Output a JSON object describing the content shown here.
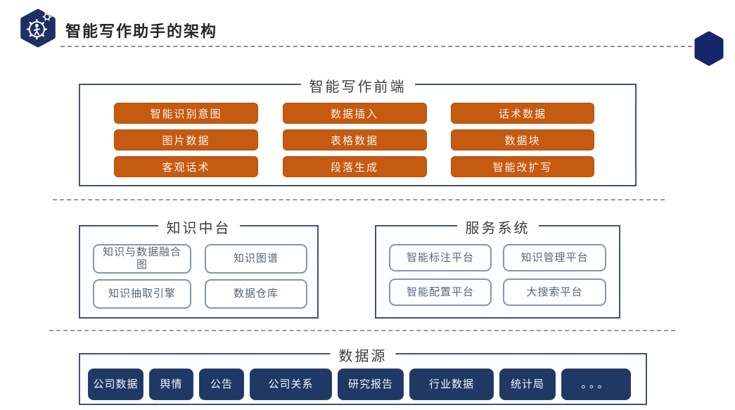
{
  "header": {
    "title": "智能写作助手的架构"
  },
  "colors": {
    "navy": "#1F3864",
    "orange_accent": "#C55A11",
    "panel_border": "#44546A",
    "outline_item_border": "#8496B0"
  },
  "sections": {
    "frontend": {
      "title": "智能写作前端",
      "items": [
        "智能识别意图",
        "数据插入",
        "话术数据",
        "图片数据",
        "表格数据",
        "数据块",
        "客观话术",
        "段落生成",
        "智能改扩写"
      ]
    },
    "knowledge": {
      "title": "知识中台",
      "items": [
        "知识与数据融合图",
        "知识图谱",
        "知识抽取引擎",
        "数据仓库"
      ]
    },
    "service": {
      "title": "服务系统",
      "items": [
        "智能标注平台",
        "知识管理平台",
        "智能配置平台",
        "大搜索平台"
      ]
    },
    "datasource": {
      "title": "数据源",
      "items": [
        "公司数据",
        "舆情",
        "公告",
        "公司关系",
        "研究报告",
        "行业数据",
        "统计局",
        "。。。"
      ]
    }
  }
}
